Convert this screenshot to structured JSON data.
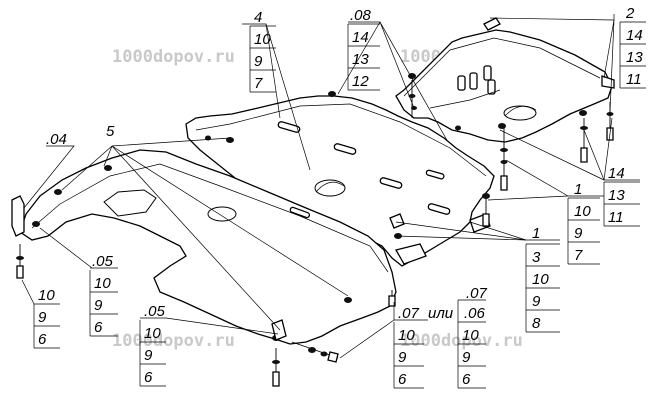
{
  "watermark_text": "1000dopov.ru",
  "callouts": {
    "c04": ".04",
    "c5": "5",
    "c05_left": ".05",
    "c05_bottom": ".05",
    "c4": "4",
    "c08": ".08",
    "c2": "2",
    "c1": "1",
    "c14": "14",
    "c07": ".07",
    "c06": ".06",
    "c07_bottom": ".07",
    "ili": "или"
  },
  "stacks": {
    "left_05": [
      "10",
      "9",
      "6"
    ],
    "left_bolt": [
      "10",
      "9",
      "6"
    ],
    "bottom_05": [
      "10",
      "9",
      "6"
    ],
    "bottom_07": [
      "10",
      "9",
      "6"
    ],
    "middle_06": [
      "10",
      "9",
      "6"
    ],
    "top_4": [
      "10",
      "9",
      "7"
    ],
    "top_08": [
      "14",
      "13",
      "12"
    ],
    "right_2": [
      "14",
      "13",
      "11"
    ],
    "right_14": [
      "13",
      "11"
    ],
    "right_1": [
      "10",
      "9",
      "7"
    ],
    "right_3": [
      "3",
      "10",
      "9",
      "8"
    ]
  },
  "colors": {
    "line": "#000000",
    "watermark": "#c9c9c9",
    "background": "#ffffff"
  }
}
